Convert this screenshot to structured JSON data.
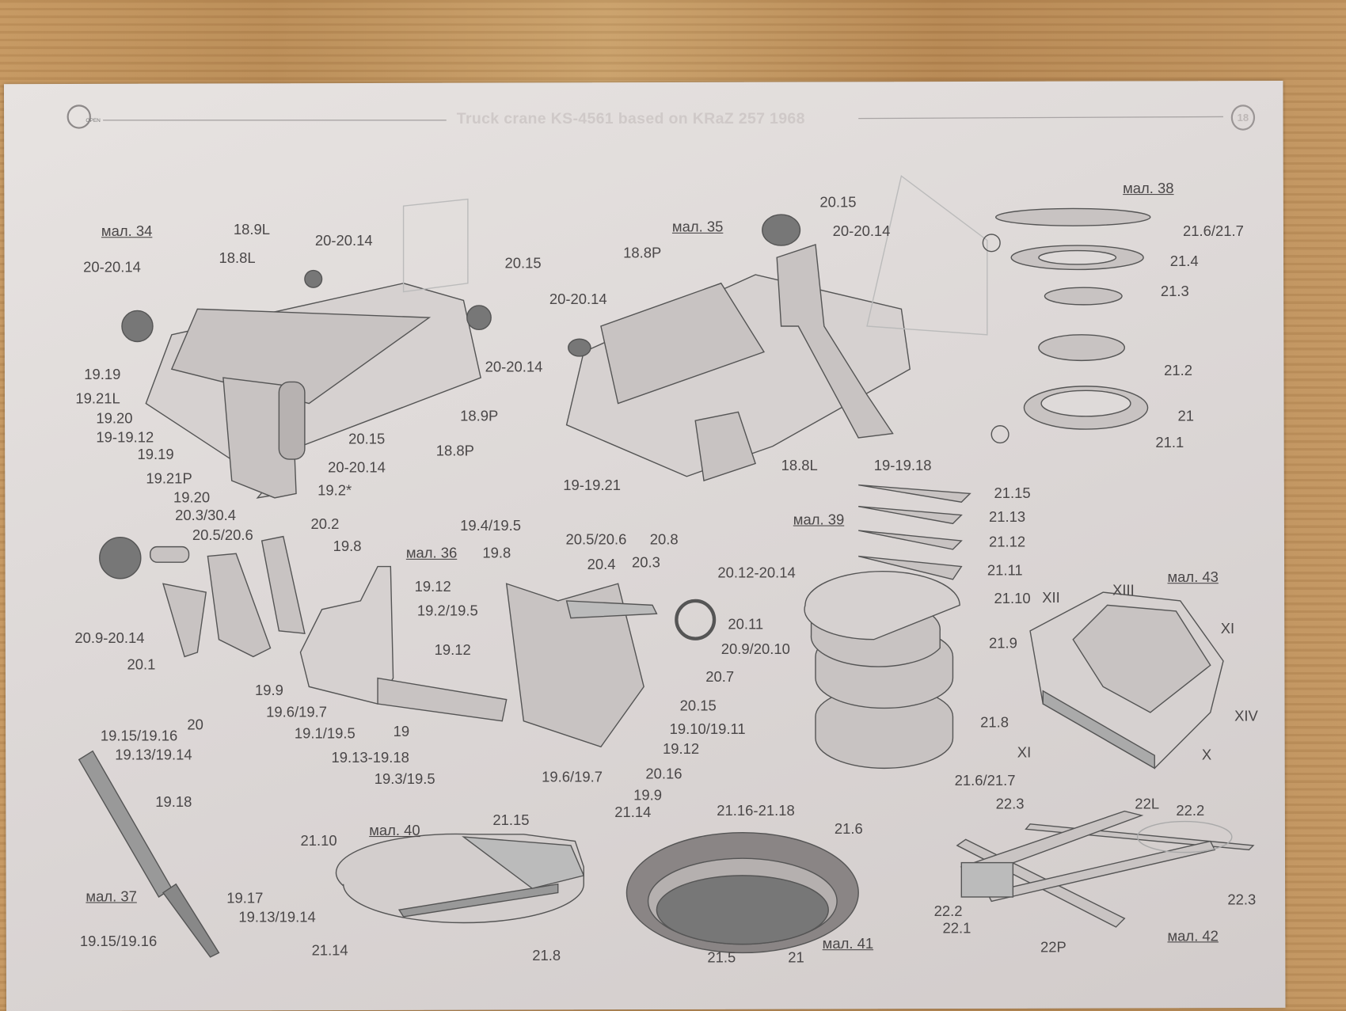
{
  "header": {
    "title": "Truck crane KS-4561 based on KRaZ 257 1968",
    "page_number": "18",
    "logo_text": "OPEN"
  },
  "figures": {
    "fig34": {
      "title": "мал. 34",
      "labels": [
        "18.9L",
        "20-20.14",
        "18.8L",
        "20-20.14",
        "20.15",
        "19.19",
        "20-20.14",
        "19.21L",
        "19.20",
        "18.9P",
        "19-19.12",
        "20.15",
        "19.19",
        "18.8P",
        "20-20.14",
        "19.21P",
        "19.2*",
        "19.20"
      ]
    },
    "fig35": {
      "title": "мал. 35",
      "labels": [
        "20.15",
        "20-20.14",
        "18.8P",
        "20-20.14",
        "18.8L",
        "19-19.18",
        "19-19.21"
      ]
    },
    "fig38": {
      "title": "мал. 38",
      "labels": [
        "21.6/21.7",
        "21.4",
        "21.3",
        "21.2",
        "21",
        "21.1"
      ]
    },
    "fig39": {
      "title": "мал. 39",
      "labels": [
        "21.15",
        "21.13",
        "21.12",
        "21.11",
        "21.10",
        "21.9",
        "21.8",
        "21.6/21.7"
      ]
    },
    "fig43": {
      "title": "мал. 43",
      "labels": [
        "XII",
        "XIII",
        "XI",
        "XIV",
        "XI",
        "X"
      ]
    },
    "fig36": {
      "title": "мал. 36",
      "labels": [
        "20.3/30.4",
        "20.2",
        "20.5/20.6",
        "19.8",
        "19.4/19.5",
        "19.8",
        "20.5/20.6",
        "20.8",
        "20.4",
        "20.3",
        "20.12-20.14",
        "19.12",
        "19.2/19.5",
        "20.9-20.14",
        "20.11",
        "19.12",
        "20.9/20.10",
        "20.1",
        "20.7",
        "19.9",
        "19.6/19.7",
        "20.15",
        "19.1/19.5",
        "19",
        "19.10/19.11",
        "20",
        "19.12",
        "19.13-19.18",
        "20.16",
        "19.3/19.5",
        "19.6/19.7",
        "19.9"
      ]
    },
    "fig37": {
      "title": "мал. 37",
      "labels": [
        "19.15/19.16",
        "19.13/19.14",
        "19.18",
        "19.17",
        "19.13/19.14",
        "19.15/19.16"
      ]
    },
    "fig40": {
      "title": "мал. 40",
      "labels": [
        "21.15",
        "21.10",
        "21.14",
        "21.8"
      ]
    },
    "fig41": {
      "title": "мал. 41",
      "labels": [
        "21.14",
        "21.16-21.18",
        "21.6",
        "21.5",
        "21"
      ]
    },
    "fig42": {
      "title": "мал. 42",
      "labels": [
        "22.3",
        "22L",
        "22.2",
        "22.3",
        "22.2",
        "22.1",
        "22P"
      ]
    }
  }
}
